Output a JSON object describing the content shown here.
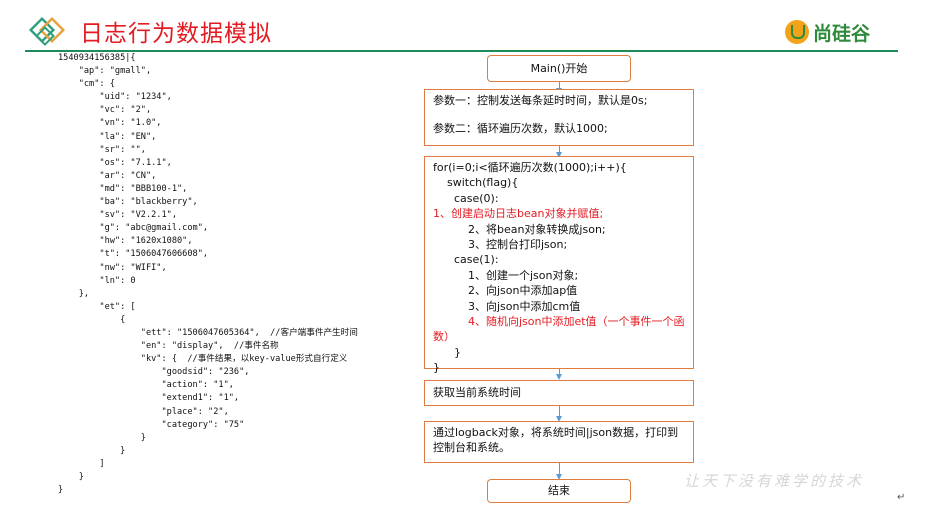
{
  "header": {
    "title": "日志行为数据模拟",
    "brand": "尚硅谷"
  },
  "code_lines": [
    "1540934156385|{",
    "    \"ap\": \"gmall\",",
    "    \"cm\": {",
    "        \"uid\": \"1234\",",
    "        \"vc\": \"2\",",
    "        \"vn\": \"1.0\",",
    "        \"la\": \"EN\",",
    "        \"sr\": \"\",",
    "        \"os\": \"7.1.1\",",
    "        \"ar\": \"CN\",",
    "        \"md\": \"BBB100-1\",",
    "        \"ba\": \"blackberry\",",
    "        \"sv\": \"V2.2.1\",",
    "        \"g\": \"abc@gmail.com\",",
    "        \"hw\": \"1620x1080\",",
    "        \"t\": \"1506047606608\",",
    "        \"nw\": \"WIFI\",",
    "        \"ln\": 0",
    "    },",
    "        \"et\": [",
    "            {",
    "                \"ett\": \"1506047605364\",  //客户端事件产生时间",
    "                \"en\": \"display\",  //事件名称",
    "                \"kv\": {  //事件结果，以key-value形式自行定义",
    "                    \"goodsid\": \"236\",",
    "                    \"action\": \"1\",",
    "                    \"extend1\": \"1\",",
    "                    \"place\": \"2\",",
    "                    \"category\": \"75\"",
    "                }",
    "            }",
    "        ]",
    "    }",
    "}"
  ],
  "flowchart": {
    "start": "Main()开始",
    "params": [
      "参数一：控制发送每条延时时间，默认是0s;",
      "",
      "参数二：循环遍历次数，默认1000;"
    ],
    "loop": [
      {
        "text": "for(i=0;i<循环遍历次数(1000);i++){",
        "color": "black"
      },
      {
        "text": "    switch(flag){",
        "color": "black"
      },
      {
        "text": "      case(0):",
        "color": "black"
      },
      {
        "text": "          1、创建启动日志bean对象并赋值;",
        "color": "red"
      },
      {
        "text": "          2、将bean对象转换成json;",
        "color": "black"
      },
      {
        "text": "          3、控制台打印json;",
        "color": "black"
      },
      {
        "text": "      case(1):",
        "color": "black"
      },
      {
        "text": "          1、创建一个json对象;",
        "color": "black"
      },
      {
        "text": "          2、向json中添加ap值",
        "color": "black"
      },
      {
        "text": "          3、向json中添加cm值",
        "color": "black"
      },
      {
        "text": "          4、随机向json中添加et值（一个事件一个函数）",
        "color": "red"
      },
      {
        "text": "      }",
        "color": "black"
      },
      {
        "text": "}",
        "color": "black"
      }
    ],
    "get_time": "获取当前系统时间",
    "output": "通过logback对象，将系统时间|json数据，打印到控制台和系统。",
    "end": "结束"
  },
  "footer": {
    "slogan": "让天下没有难学的技术",
    "return_mark": "↵"
  },
  "colors": {
    "title": "#e31b23",
    "rule": "#1f8a5a",
    "box_border": "#e07c3e",
    "arrow": "#5b9bd5",
    "highlight": "#e31b23",
    "brand_green": "#2f8a3b",
    "brand_orange": "#f2a31a"
  }
}
